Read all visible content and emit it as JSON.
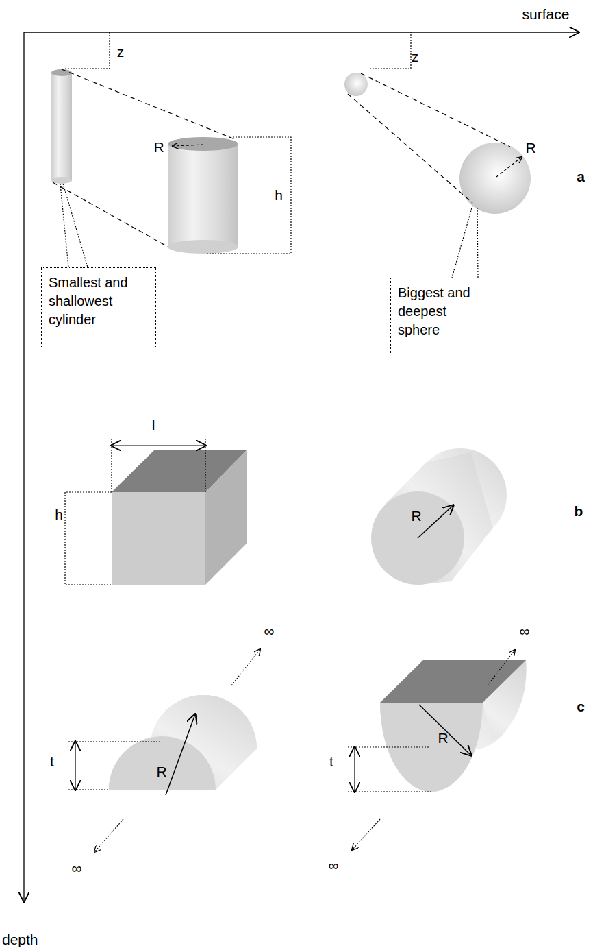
{
  "diagram": {
    "nodes": [
      {
        "text": [
          "Smallest and shallowest cylinder"
        ]
      },
      {
        "text": [
          "Biggest and deepest sphere"
        ]
      }
    ],
    "labels": [
      "surface",
      "z",
      "R",
      "h",
      "z",
      "R",
      "a",
      "l",
      "h",
      "R",
      "b",
      "∞",
      "∞",
      "t",
      "R",
      "∞",
      "∞",
      "t",
      "R",
      "c",
      "depth"
    ]
  }
}
